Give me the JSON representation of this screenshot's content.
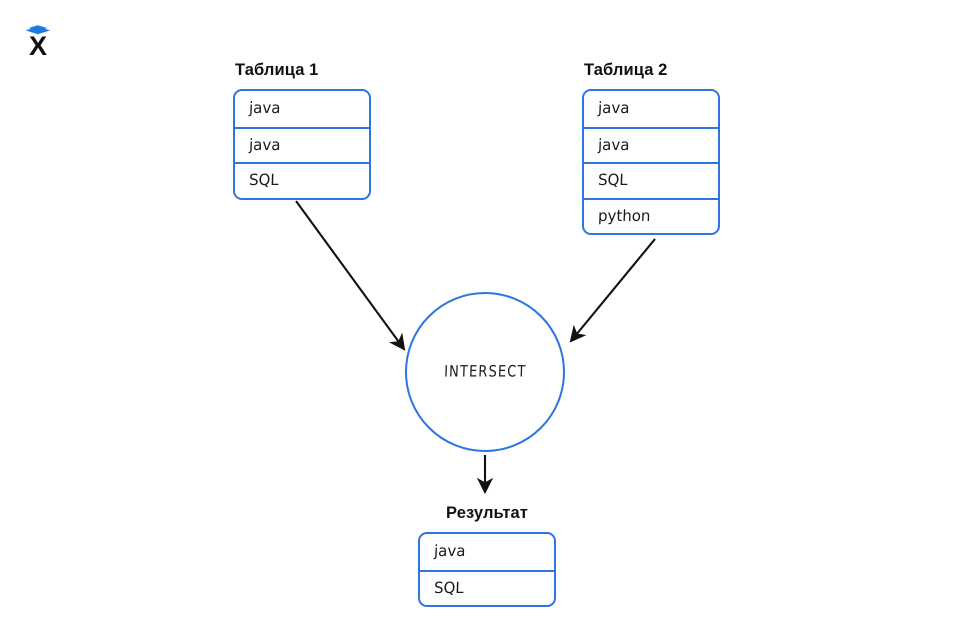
{
  "logo": {
    "name": "x-logo",
    "letter": "X",
    "accent_color": "#1f7ae0",
    "letter_color": "#111111"
  },
  "theme": {
    "background": "#ffffff",
    "stroke_blue": "#2d76e0",
    "arrow_black": "#111111",
    "text_dark": "#1a1a1a"
  },
  "diagram": {
    "type": "sql-set-operation",
    "operation": "INTERSECT",
    "operation_label": "INTERSECT",
    "source_tables": [
      {
        "title": "Таблица 1",
        "rows": [
          "java",
          "java",
          "SQL"
        ]
      },
      {
        "title": "Таблица 2",
        "rows": [
          "java",
          "java",
          "SQL",
          "python"
        ]
      }
    ],
    "result": {
      "title": "Результат",
      "rows": [
        "java",
        "SQL"
      ]
    },
    "arrows": [
      {
        "name": "arrow-table1-to-intersect",
        "from": "Таблица 1",
        "to": "INTERSECT"
      },
      {
        "name": "arrow-table2-to-intersect",
        "from": "Таблица 2",
        "to": "INTERSECT"
      },
      {
        "name": "arrow-intersect-to-result",
        "from": "INTERSECT",
        "to": "Результат"
      }
    ]
  }
}
